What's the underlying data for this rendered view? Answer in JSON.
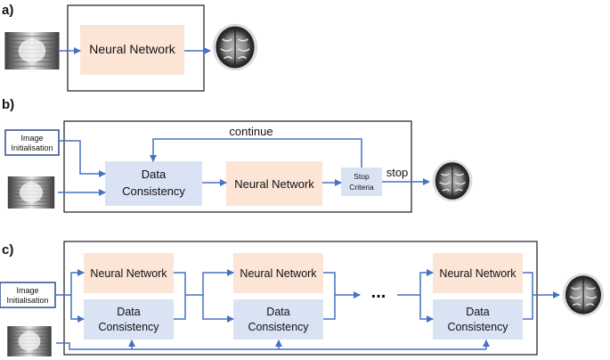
{
  "colors": {
    "network_fill": "#fce4d6",
    "consistency_fill": "#d9e3f4",
    "arrow": "#4472c4",
    "frame": "#1a1a1a",
    "label_box_border": "#2f4e8c",
    "text": "#111111"
  },
  "panel_a": {
    "label": "a)",
    "network": "Neural Network",
    "input_icon": "kspace-image",
    "output_icon": "brain-mri-image"
  },
  "panel_b": {
    "label": "b)",
    "init": {
      "line1": "Image",
      "line2": "Initialisation"
    },
    "consistency": {
      "line1": "Data",
      "line2": "Consistency"
    },
    "network": "Neural Network",
    "stop_box": {
      "line1": "Stop",
      "line2": "Criteria"
    },
    "continue_label": "continue",
    "stop_label": "stop",
    "input_icon": "kspace-image",
    "output_icon": "brain-mri-image"
  },
  "panel_c": {
    "label": "c)",
    "init": {
      "line1": "Image",
      "line2": "Initialisation"
    },
    "blocks": [
      {
        "network": "Neural Network",
        "consistency_line1": "Data",
        "consistency_line2": "Consistency"
      },
      {
        "network": "Neural Network",
        "consistency_line1": "Data",
        "consistency_line2": "Consistency"
      },
      {
        "network": "Neural Network",
        "consistency_line1": "Data",
        "consistency_line2": "Consistency"
      }
    ],
    "ellipsis": "...",
    "input_icon": "kspace-image",
    "output_icon": "brain-mri-image"
  }
}
